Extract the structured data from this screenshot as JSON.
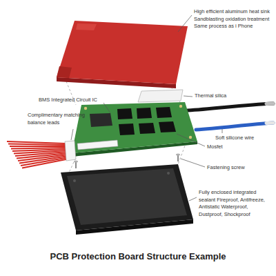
{
  "diagram": {
    "caption": "PCB Protection Board Structure Example",
    "labels": [
      "High efficient aluminum heat sink Sandblasting oxidation treatment Same process as i Phone",
      "Thermal silica",
      "BMS Integrated Circuit IC",
      "Complimentary matching balance leads",
      "Soft silicone wire",
      "Mosfet",
      "Fastening screw",
      "Fully enclosed integrated sealant Fireproof, Antifreeze, Antistatic Waterproof, Dustproof, Shockproof"
    ]
  }
}
